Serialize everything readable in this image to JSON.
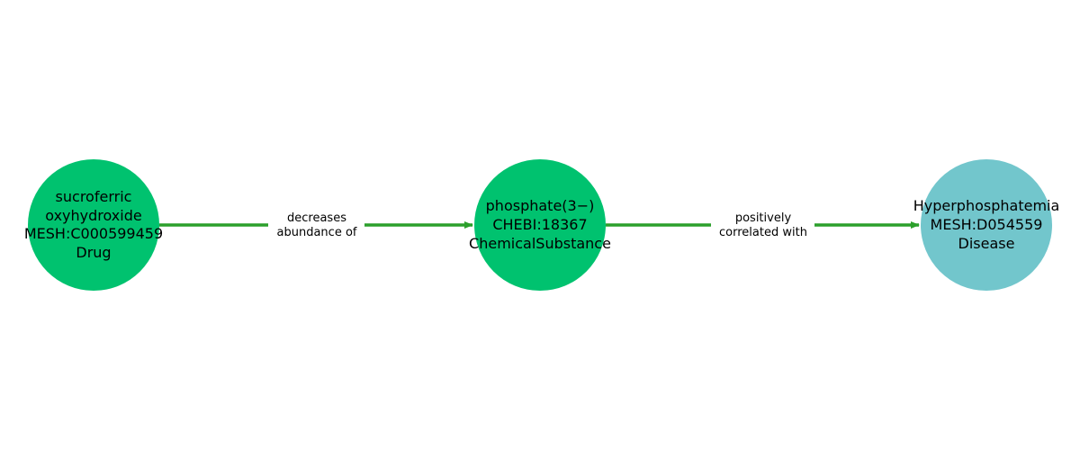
{
  "colors": {
    "drug": "#00c26f",
    "chemical": "#00c26f",
    "disease": "#72c6cc",
    "edge": "#2ca02c"
  },
  "nodes": [
    {
      "lines": [
        "sucroferric",
        "oxyhydroxide",
        "MESH:C000599459",
        "Drug"
      ],
      "color": "#00c26f"
    },
    {
      "lines": [
        "phosphate(3−)",
        "CHEBI:18367",
        "ChemicalSubstance"
      ],
      "color": "#00c26f"
    },
    {
      "lines": [
        "Hyperphosphatemia",
        "MESH:D054559",
        "Disease"
      ],
      "color": "#72c6cc"
    }
  ],
  "edges": [
    {
      "lines": [
        "decreases",
        "abundance of"
      ]
    },
    {
      "lines": [
        "positively",
        "correlated with"
      ]
    }
  ]
}
